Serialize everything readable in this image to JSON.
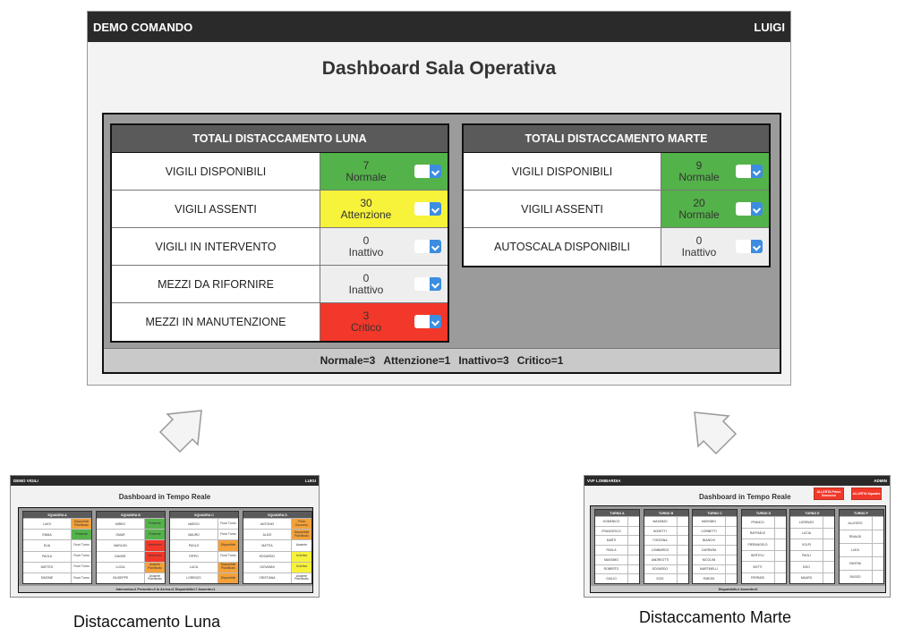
{
  "main": {
    "app_title": "DEMO COMANDO",
    "user": "LUIGI",
    "page_title": "Dashboard Sala Operativa",
    "luna": {
      "header": "TOTALI DISTACCAMENTO LUNA",
      "rows": [
        {
          "label": "VIGILI DISPONIBILI",
          "value": "7",
          "status": "Normale",
          "color": "#54b24a"
        },
        {
          "label": "VIGILI ASSENTI",
          "value": "30",
          "status": "Attenzione",
          "color": "#f7f23a"
        },
        {
          "label": "VIGILI IN INTERVENTO",
          "value": "0",
          "status": "Inattivo",
          "color": "#eeeeee"
        },
        {
          "label": "MEZZI DA RIFORNIRE",
          "value": "0",
          "status": "Inattivo",
          "color": "#eeeeee"
        },
        {
          "label": "MEZZI IN MANUTENZIONE",
          "value": "3",
          "status": "Critico",
          "color": "#f2382a"
        }
      ]
    },
    "marte": {
      "header": "TOTALI DISTACCAMENTO MARTE",
      "rows": [
        {
          "label": "VIGILI DISPONIBILI",
          "value": "9",
          "status": "Normale",
          "color": "#54b24a"
        },
        {
          "label": "VIGILI ASSENTI",
          "value": "20",
          "status": "Normale",
          "color": "#54b24a"
        },
        {
          "label": "AUTOSCALA DISPONIBILI",
          "value": "0",
          "status": "Inattivo",
          "color": "#eeeeee"
        }
      ]
    },
    "summary": [
      "Normale=3",
      "Attenzione=1",
      "Inattivo=3",
      "Critico=1"
    ]
  },
  "luna_thumb": {
    "app_title": "DEMO VIGILI",
    "user": "LUIGI",
    "page_title": "Dashboard in Tempo Reale",
    "squads": [
      {
        "header": "SQUADRA A",
        "members": [
          {
            "name": "LUIGI",
            "state": "Disponibile Pianificato",
            "c": "c-orange"
          },
          {
            "name": "EMMA",
            "state": "Presente",
            "c": "c-green"
          },
          {
            "name": "ELIA",
            "state": "Fuori Turno",
            "c": "c-white"
          },
          {
            "name": "PAOLA",
            "state": "Fuori Turno",
            "c": "c-white"
          },
          {
            "name": "MATTEO",
            "state": "Fuori Turno",
            "c": "c-white"
          },
          {
            "name": "SIMONE",
            "state": "Fuori Turno",
            "c": "c-white"
          }
        ]
      },
      {
        "header": "SQUADRA B",
        "members": [
          {
            "name": "MIRKO",
            "state": "Presente",
            "c": "c-green"
          },
          {
            "name": "OMAR",
            "state": "Presente",
            "c": "c-green"
          },
          {
            "name": "MARLON",
            "state": "Intervento",
            "c": "c-red"
          },
          {
            "name": "DAVIDE",
            "state": "Intervento",
            "c": "c-red"
          },
          {
            "name": "LUCIA",
            "state": "Assente Pianificato",
            "c": "c-orange"
          },
          {
            "name": "GIUSEPPE",
            "state": "Assente Pianificato",
            "c": "c-white"
          }
        ]
      },
      {
        "header": "SQUADRA C",
        "members": [
          {
            "name": "MARCO",
            "state": "Fuori Turno",
            "c": "c-white"
          },
          {
            "name": "MAURO",
            "state": "Fuori Turno",
            "c": "c-white"
          },
          {
            "name": "PAOLO",
            "state": "Disponibile",
            "c": "c-orange"
          },
          {
            "name": "PIPPO",
            "state": "Fuori Turno",
            "c": "c-white"
          },
          {
            "name": "LUCA",
            "state": "Disponibile Pianificato",
            "c": "c-orange"
          },
          {
            "name": "LORENZO",
            "state": "Disponibile",
            "c": "c-orange"
          }
        ]
      },
      {
        "header": "SQUADRA D",
        "members": [
          {
            "name": "ANTONIO",
            "state": "Primo Soccorso",
            "c": "c-orange"
          },
          {
            "name": "ALICE",
            "state": "Disponibile Pianificato",
            "c": "c-orange"
          },
          {
            "name": "MATTIA",
            "state": "Assente",
            "c": "c-white"
          },
          {
            "name": "EDOARDO",
            "state": "In Arrivo",
            "c": "c-yellow"
          },
          {
            "name": "GIOVANNI",
            "state": "In Arrivo",
            "c": "c-yellow"
          },
          {
            "name": "CRISTIANA",
            "state": "Assente Pianificato",
            "c": "c-white"
          }
        ]
      }
    ],
    "footer": "Intervento=2  Presente=3  In Arrivo=2  Disponibile=7  Assente=1",
    "caption": "Distaccamento Luna"
  },
  "marte_thumb": {
    "app_title": "VVF LOMBARDIA",
    "user": "ADMIN",
    "page_title": "Dashboard in Tempo Reale",
    "button1": "ALLERTA Primo Soccorso",
    "button2": "ALLERTA Squadra",
    "turns": [
      {
        "header": "TURNO A",
        "names": [
          "DOMENICO",
          "FRANCESCO",
          "MARTI",
          "PAOLA",
          "MASSIMO",
          "ROBERTO",
          "GIULIO"
        ]
      },
      {
        "header": "TURNO B",
        "names": [
          "MASSIMO",
          "BOSETTI",
          "FONTANA",
          "LOMBARDO",
          "ANDREOTTI",
          "EDOARDO",
          "EZIO"
        ]
      },
      {
        "header": "TURNO C",
        "names": [
          "MASSIMO",
          "CORBETTI",
          "BIANCHI",
          "CARRARA",
          "NICOLINI",
          "MARTINELLI",
          "PARODI"
        ]
      },
      {
        "header": "TURNO D",
        "names": [
          "FRANCO",
          "RAFFAELE",
          "PIERANGELO",
          "BERTOLI",
          "BOTTI",
          "FERRARI"
        ]
      },
      {
        "header": "TURNO E",
        "names": [
          "LORENZO",
          "LUCIA",
          "VOLPI",
          "PAOLI",
          "EZIO",
          "MAURO"
        ]
      },
      {
        "header": "TURNO F",
        "names": [
          "ALLEGRO",
          "RINALDI",
          "LUIGI",
          "FANTINI",
          "RUSSO"
        ]
      }
    ],
    "footer": "Disponibili=1  Assente=0",
    "caption": "Distaccamento Marte"
  }
}
